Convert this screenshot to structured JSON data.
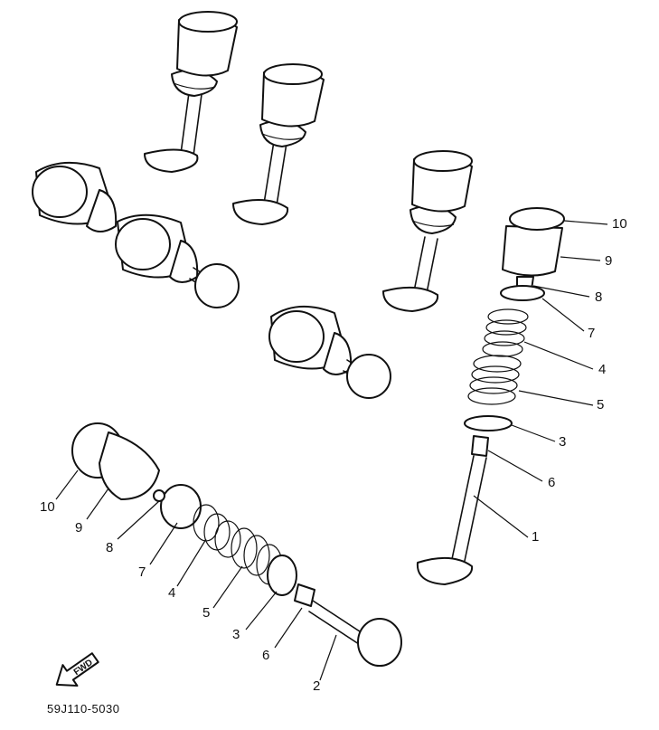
{
  "labels_right": [
    "10",
    "9",
    "8",
    "7",
    "4",
    "5",
    "3",
    "6",
    "1"
  ],
  "labels_left": [
    "10",
    "9",
    "8",
    "7",
    "4",
    "5",
    "3",
    "6",
    "2"
  ],
  "fwd_text": "FWD",
  "diagram_code": "59J110-5030",
  "colors": {
    "ink": "#111111",
    "paper": "#ffffff"
  }
}
